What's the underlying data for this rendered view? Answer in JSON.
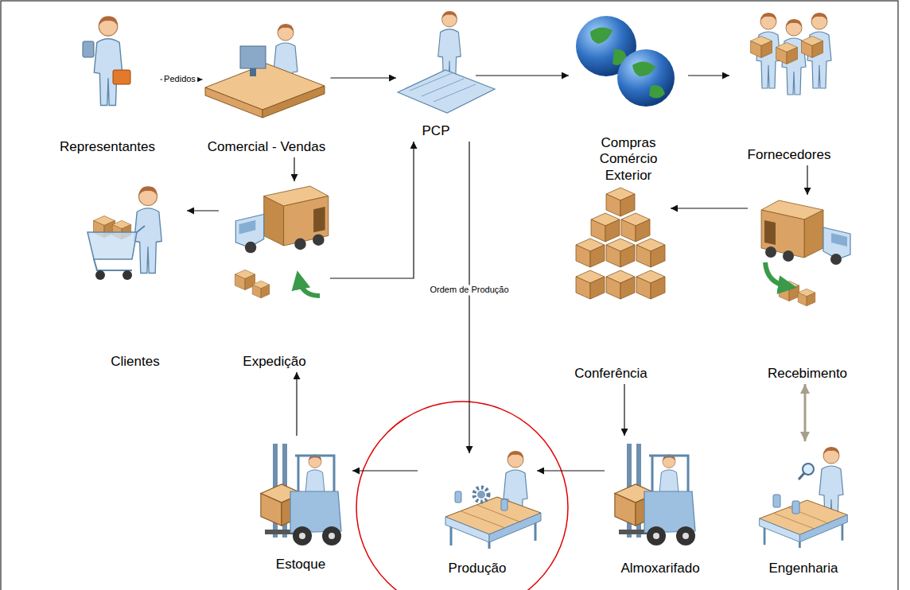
{
  "diagram": {
    "nodes": [
      {
        "text": [
          "Representantes"
        ]
      },
      {
        "text": [
          "Comercial - Vendas"
        ]
      },
      {
        "text": [
          "PCP"
        ]
      },
      {
        "text": [
          "Compras Comércio Exterior"
        ]
      },
      {
        "text": [
          "Fornecedores"
        ]
      },
      {
        "text": [
          "Clientes"
        ]
      },
      {
        "text": [
          "Expedição"
        ]
      },
      {
        "text": [
          "Conferência"
        ]
      },
      {
        "text": [
          "Recebimento"
        ]
      },
      {
        "text": [
          "Estoque"
        ]
      },
      {
        "text": [
          "Produção"
        ]
      },
      {
        "text": [
          "Almoxarifado"
        ]
      },
      {
        "text": [
          "Engenharia"
        ]
      }
    ],
    "edges": [
      {
        "from": 0,
        "to": 1,
        "arrow": "to",
        "label": "Pedidos"
      },
      {
        "from": 1,
        "to": 2,
        "arrow": "to"
      },
      {
        "from": 2,
        "to": 3,
        "arrow": "to"
      },
      {
        "from": 3,
        "to": 4,
        "arrow": "to"
      },
      {
        "from": 4,
        "to": 8,
        "arrow": "to"
      },
      {
        "from": 8,
        "to": 7,
        "arrow": "to"
      },
      {
        "from": 8,
        "to": 12,
        "arrow": "both"
      },
      {
        "from": 7,
        "to": 11,
        "arrow": "to"
      },
      {
        "from": 11,
        "to": 10,
        "arrow": "to"
      },
      {
        "from": 10,
        "to": 9,
        "arrow": "to"
      },
      {
        "from": 9,
        "to": 6,
        "arrow": "to"
      },
      {
        "from": 6,
        "to": 5,
        "arrow": "to"
      },
      {
        "from": 1,
        "to": 6,
        "arrow": "to"
      },
      {
        "from": 6,
        "to": 2,
        "arrow": "to"
      },
      {
        "from": 2,
        "to": 10,
        "arrow": "to",
        "label": "Ordem de Produção"
      }
    ]
  }
}
